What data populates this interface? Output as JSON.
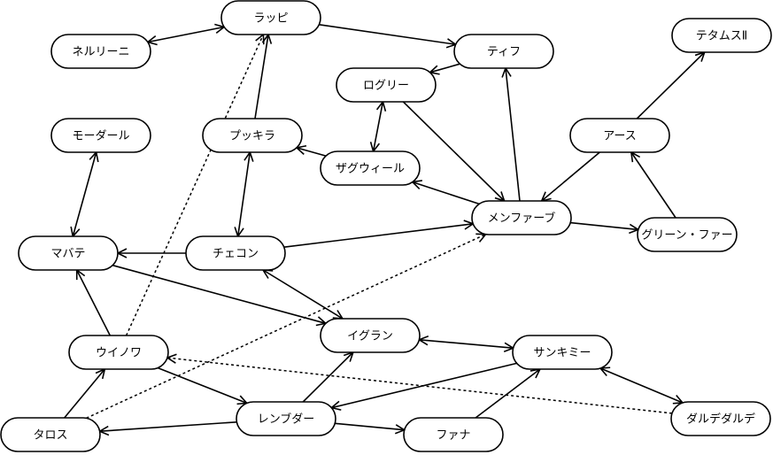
{
  "diagram": {
    "nodes": [
      {
        "id": "rappi",
        "label": "ラッピ"
      },
      {
        "id": "neruri",
        "label": "ネルリーニ"
      },
      {
        "id": "tifu",
        "label": "ティフ"
      },
      {
        "id": "tetamusu",
        "label": "テタムスⅡ"
      },
      {
        "id": "roguri",
        "label": "ログリー"
      },
      {
        "id": "modaru",
        "label": "モーダール"
      },
      {
        "id": "pukkira",
        "label": "プッキラ"
      },
      {
        "id": "zaguwiru",
        "label": "ザグウィール"
      },
      {
        "id": "asu",
        "label": "アース"
      },
      {
        "id": "menfafu",
        "label": "メンファーブ"
      },
      {
        "id": "gurin",
        "label": "グリーン・ファー"
      },
      {
        "id": "mabate",
        "label": "マバテ"
      },
      {
        "id": "chekon",
        "label": "チェコン"
      },
      {
        "id": "iguran",
        "label": "イグラン"
      },
      {
        "id": "sankimi",
        "label": "サンキミー"
      },
      {
        "id": "uinowa",
        "label": "ウイノワ"
      },
      {
        "id": "renbuda",
        "label": "レンブダー"
      },
      {
        "id": "darudedarude",
        "label": "ダルデダルデ"
      },
      {
        "id": "tarosu",
        "label": "タロス"
      },
      {
        "id": "fana",
        "label": "ファナ"
      }
    ],
    "edges": [
      {
        "from": "neruri",
        "to": "rappi",
        "style": "solid",
        "arrows": "both"
      },
      {
        "from": "rappi",
        "to": "tifu",
        "style": "solid",
        "arrows": "end"
      },
      {
        "from": "tifu",
        "to": "roguri",
        "style": "solid",
        "arrows": "end"
      },
      {
        "from": "roguri",
        "to": "zaguwiru",
        "style": "solid",
        "arrows": "both"
      },
      {
        "from": "roguri",
        "to": "menfafu",
        "style": "solid",
        "arrows": "end"
      },
      {
        "from": "menfafu",
        "to": "tifu",
        "style": "solid",
        "arrows": "end"
      },
      {
        "from": "asu",
        "to": "tetamusu",
        "style": "solid",
        "arrows": "end"
      },
      {
        "from": "asu",
        "to": "menfafu",
        "style": "solid",
        "arrows": "end"
      },
      {
        "from": "gurin",
        "to": "asu",
        "style": "solid",
        "arrows": "end"
      },
      {
        "from": "menfafu",
        "to": "gurin",
        "style": "solid",
        "arrows": "end"
      },
      {
        "from": "menfafu",
        "to": "zaguwiru",
        "style": "solid",
        "arrows": "end"
      },
      {
        "from": "zaguwiru",
        "to": "pukkira",
        "style": "solid",
        "arrows": "end"
      },
      {
        "from": "pukkira",
        "to": "rappi",
        "style": "solid",
        "arrows": "end"
      },
      {
        "from": "pukkira",
        "to": "chekon",
        "style": "solid",
        "arrows": "both"
      },
      {
        "from": "modaru",
        "to": "mabate",
        "style": "solid",
        "arrows": "both"
      },
      {
        "from": "chekon",
        "to": "mabate",
        "style": "solid",
        "arrows": "end"
      },
      {
        "from": "chekon",
        "to": "menfafu",
        "style": "solid",
        "arrows": "end"
      },
      {
        "from": "chekon",
        "to": "iguran",
        "style": "solid",
        "arrows": "both"
      },
      {
        "from": "mabate",
        "to": "iguran",
        "style": "solid",
        "arrows": "end"
      },
      {
        "from": "uinowa",
        "to": "mabate",
        "style": "solid",
        "arrows": "end"
      },
      {
        "from": "uinowa",
        "to": "rappi",
        "style": "dotted",
        "arrows": "end"
      },
      {
        "from": "uinowa",
        "to": "renbuda",
        "style": "solid",
        "arrows": "end"
      },
      {
        "from": "tarosu",
        "to": "uinowa",
        "style": "solid",
        "arrows": "end"
      },
      {
        "from": "tarosu",
        "to": "menfafu",
        "style": "dotted",
        "arrows": "end"
      },
      {
        "from": "renbuda",
        "to": "tarosu",
        "style": "solid",
        "arrows": "end"
      },
      {
        "from": "renbuda",
        "to": "iguran",
        "style": "solid",
        "arrows": "end"
      },
      {
        "from": "renbuda",
        "to": "fana",
        "style": "solid",
        "arrows": "end"
      },
      {
        "from": "iguran",
        "to": "sankimi",
        "style": "solid",
        "arrows": "both"
      },
      {
        "from": "sankimi",
        "to": "renbuda",
        "style": "solid",
        "arrows": "end"
      },
      {
        "from": "fana",
        "to": "sankimi",
        "style": "solid",
        "arrows": "end"
      },
      {
        "from": "sankimi",
        "to": "darudedarude",
        "style": "solid",
        "arrows": "both"
      },
      {
        "from": "darudedarude",
        "to": "uinowa",
        "style": "dotted",
        "arrows": "end"
      }
    ]
  }
}
